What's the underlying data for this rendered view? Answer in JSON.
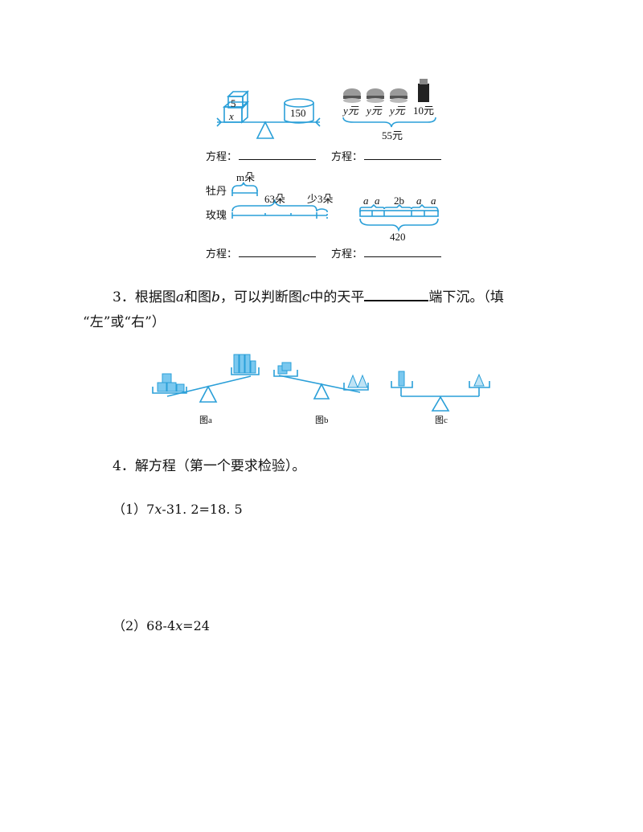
{
  "figures": {
    "balance_box": {
      "top_label": "5",
      "side_label": "x",
      "cylinder_label": "150"
    },
    "burgers": {
      "prices": [
        "y元",
        "y元",
        "y元"
      ],
      "drink_price": "10元",
      "total": "55元"
    },
    "flowers": {
      "peony": "牡丹",
      "rose": "玫瑰",
      "peony_amount": "m朵",
      "rose_amount": "63朵",
      "less": "少3朵"
    },
    "segments": {
      "labels": [
        "a",
        "a",
        "2b",
        "a",
        "a"
      ],
      "total": "420"
    }
  },
  "equation_label": "方程：",
  "q3": {
    "num": "3．",
    "text_before": "根据图",
    "fig_a": "a",
    "text_mid1": "和图",
    "fig_b": "b",
    "text_mid2": "，可以判断图",
    "fig_c": "c",
    "text_mid3": "中的天平",
    "text_after": "端下沉。（填",
    "line2": "“左”或“右”）",
    "captions": [
      "图a",
      "图b",
      "图c"
    ]
  },
  "q4": {
    "title": "4．解方程（第一个要求检验）。",
    "p1_prefix": "（1）7",
    "p1_var": "x",
    "p1_rest": "-31. 2=18. 5",
    "p2_prefix": "（2）68-4",
    "p2_var": "x",
    "p2_rest": "=24"
  }
}
